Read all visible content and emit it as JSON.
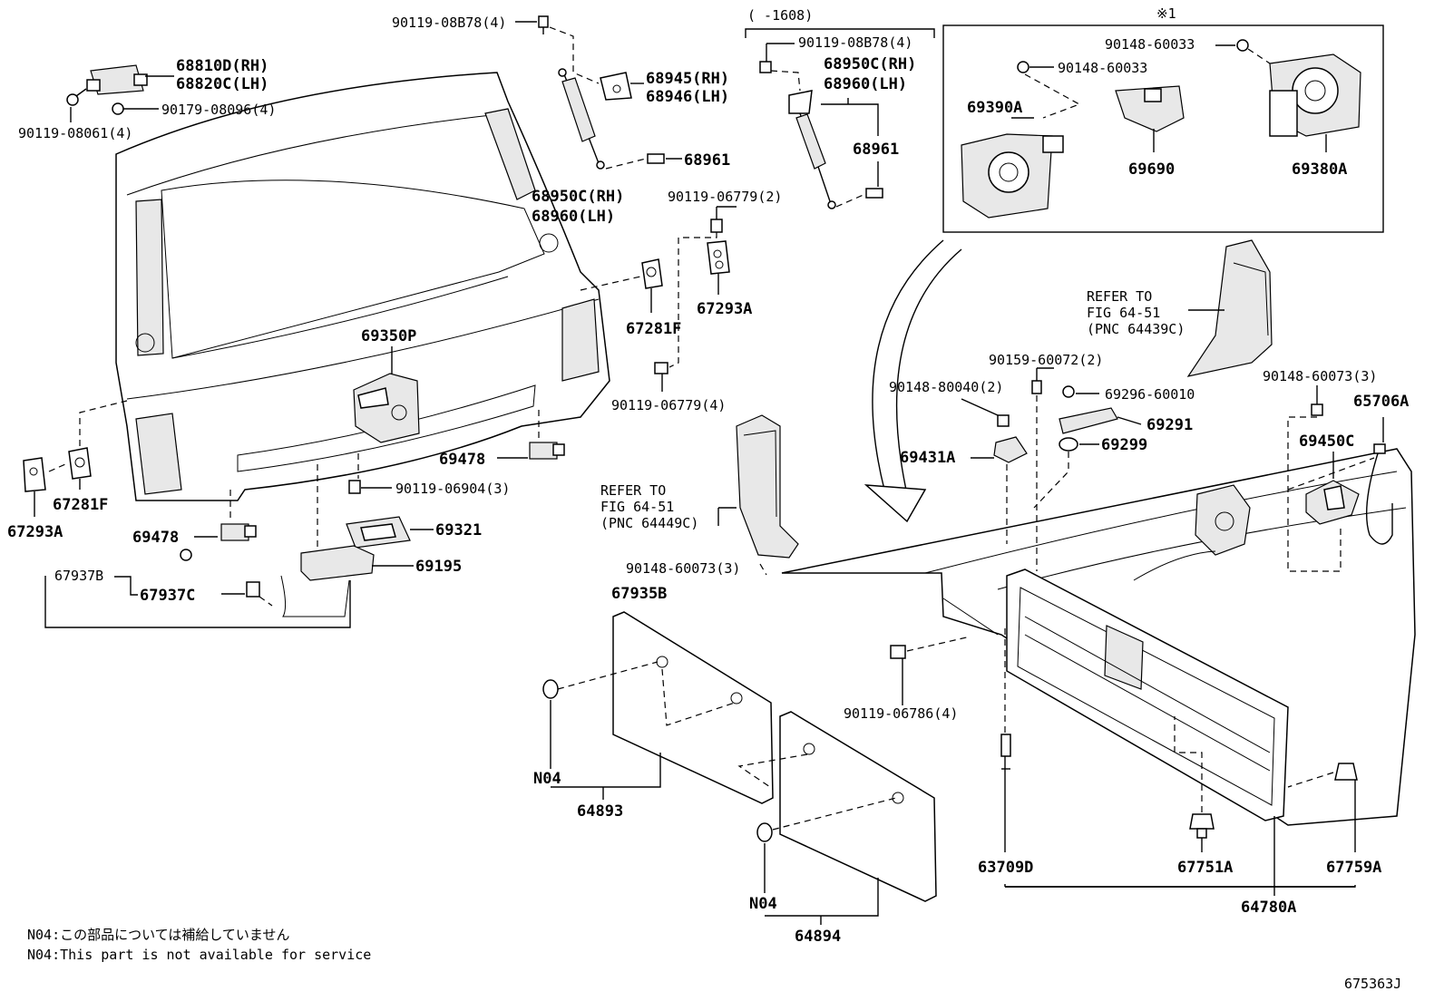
{
  "labels": {
    "p90119_08B78_top": "90119-08B78(4)",
    "p68810D": "68810D(RH)",
    "p68820C": "68820C(LH)",
    "p90179_08096": "90179-08096(4)",
    "p90119_08061": "90119-08061(4)",
    "p68945": "68945(RH)",
    "p68946": "68946(LH)",
    "p68961_a": "68961",
    "p68950C_a": "68950C(RH)",
    "p68960_a": "68960(LH)",
    "range_1608": "(     -1608)",
    "p90119_08B78_b": "90119-08B78(4)",
    "p68950C_b": "68950C(RH)",
    "p68960_b": "68960(LH)",
    "p68961_b": "68961",
    "note_mark": "※1",
    "p90148_60033_a": "90148-60033",
    "p90148_60033_b": "90148-60033",
    "p69390A": "69390A",
    "p69690": "69690",
    "p69380A": "69380A",
    "p90119_06779_2": "90119-06779(2)",
    "p67281F_a": "67281F",
    "p67293A_a": "67293A",
    "p69350P": "69350P",
    "p90119_06779_4": "90119-06779(4)",
    "p69478_a": "69478",
    "p67293A_b": "67293A",
    "p67281F_b": "67281F",
    "p90119_06904": "90119-06904(3)",
    "p69478_b": "69478",
    "p69321": "69321",
    "p69195": "69195",
    "p67937B": "67937B",
    "p67937C": "67937C",
    "refer_a_1": "REFER TO",
    "refer_a_2": "FIG 64-51",
    "refer_a_3": "(PNC 64449C)",
    "p90148_60073_a": "90148-60073(3)",
    "p67935B": "67935B",
    "refer_b_1": "REFER TO",
    "refer_b_2": "FIG 64-51",
    "refer_b_3": "(PNC 64439C)",
    "p90159_60072": "90159-60072(2)",
    "p90148_80040": "90148-80040(2)",
    "p69296_60010": "69296-60010",
    "p69291": "69291",
    "p69299": "69299",
    "p69431A": "69431A",
    "p90148_60073_b": "90148-60073(3)",
    "p65706A": "65706A",
    "p69450C": "69450C",
    "p90119_06786": "90119-06786(4)",
    "n04_a": "N04",
    "p64893": "64893",
    "n04_b": "N04",
    "p64894": "64894",
    "p63709D": "63709D",
    "p67751A": "67751A",
    "p67759A": "67759A",
    "p64780A": "64780A",
    "footnote_jp": "N04:この部品については補給していません",
    "footnote_en": "N04:This part is not available for service",
    "diagram_id": "675363J"
  }
}
